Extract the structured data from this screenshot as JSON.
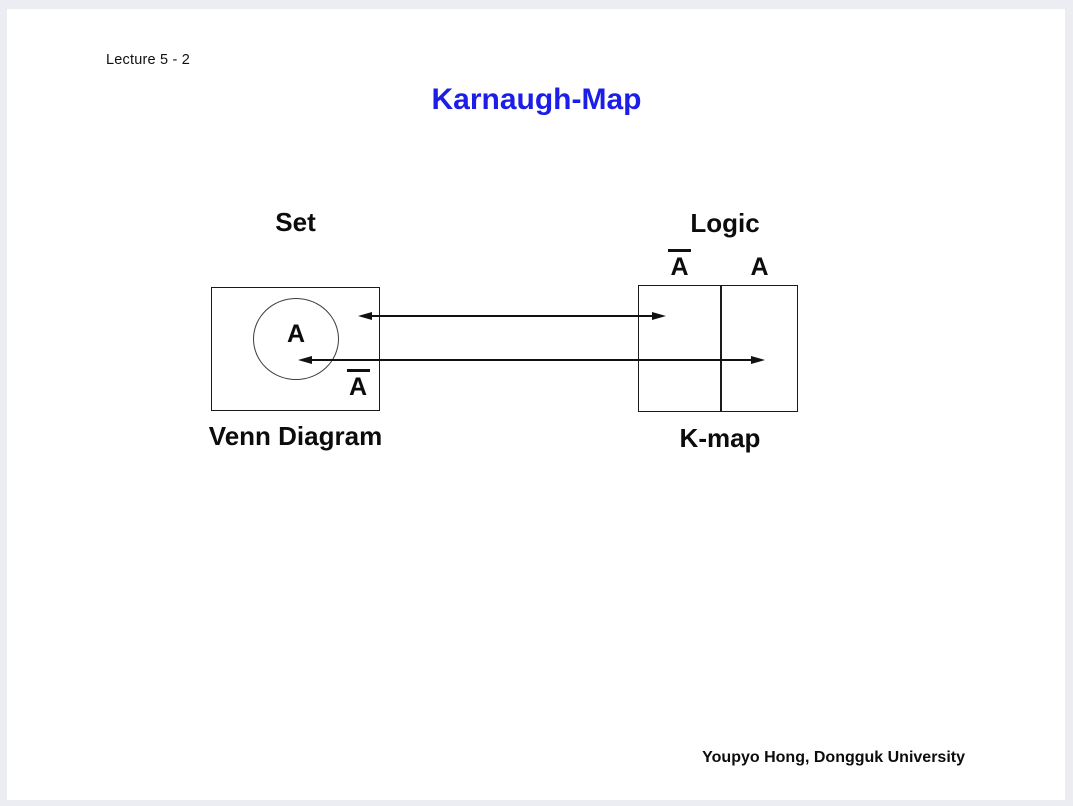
{
  "page": {
    "background_color": "#ebedf2",
    "slide_background_color": "#ffffff"
  },
  "slide": {
    "lecture_label": "Lecture 5 - 2",
    "title": "Karnaugh-Map",
    "title_color": "#1d1de8",
    "footer_credit": "Youpyo Hong, Dongguk University"
  },
  "venn": {
    "heading": "Set",
    "set_label": "A",
    "complement_label": "A",
    "complement_has_overbar": true,
    "caption": "Venn Diagram"
  },
  "kmap": {
    "heading": "Logic",
    "headers": [
      {
        "label": "A",
        "overbar": true
      },
      {
        "label": "A",
        "overbar": false
      }
    ],
    "caption": "K-map"
  },
  "mapping_arrows": [
    {
      "from": "venn-complement-region",
      "to": "kmap-left-cell",
      "direction": "double"
    },
    {
      "from": "venn-set-circle",
      "to": "kmap-right-cell",
      "direction": "double"
    }
  ]
}
